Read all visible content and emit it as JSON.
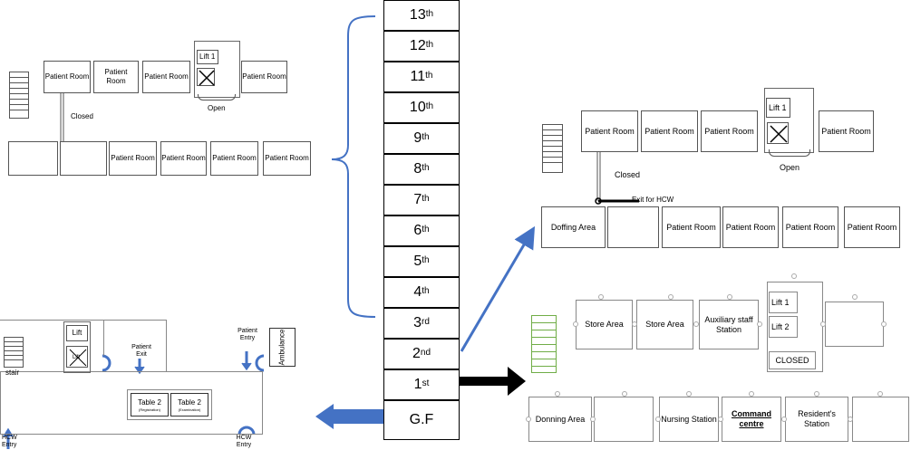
{
  "floors": [
    {
      "num": "13",
      "suf": "th"
    },
    {
      "num": "12",
      "suf": "th"
    },
    {
      "num": "11",
      "suf": "th"
    },
    {
      "num": "10",
      "suf": "th"
    },
    {
      "num": "9",
      "suf": "th"
    },
    {
      "num": "8",
      "suf": "th"
    },
    {
      "num": "7",
      "suf": "th"
    },
    {
      "num": "6",
      "suf": "th"
    },
    {
      "num": "5",
      "suf": "th"
    },
    {
      "num": "4",
      "suf": "th"
    },
    {
      "num": "3",
      "suf": "rd"
    },
    {
      "num": "2",
      "suf": "nd"
    },
    {
      "num": "1",
      "suf": "st"
    },
    {
      "num": "G.F",
      "suf": ""
    }
  ],
  "plan_upper": {
    "patient_room": "Patient Room",
    "lift": "Lift 1",
    "open": "Open",
    "closed": "Closed"
  },
  "plan_second": {
    "patient_room": "Patient Room",
    "lift": "Lift 1",
    "open": "Open",
    "closed": "Closed",
    "exit": "Exit for HCW",
    "doffing": "Doffing Area"
  },
  "plan_first": {
    "store1": "Store Area",
    "store2": "Store Area",
    "aux": "Auxiliary staff Station",
    "lift1": "Lift 1",
    "lift2": "Lift 2",
    "closed": "CLOSED",
    "donning": "Donning Area",
    "nursing": "Nursing Station",
    "command": "Command centre",
    "resident": "Resident's Station"
  },
  "plan_ground": {
    "lift": "Lift",
    "lift_small": "Lift",
    "stair": "stair",
    "patient_exit": "Patient Exit",
    "patient_entry": "Patient Entry",
    "ambulance": "Ambulance",
    "table1": "Table 2",
    "table1_sub": "(Registration)",
    "table2": "Table 2",
    "table2_sub": "(Examination)",
    "hcw_entry_left": "HCW Entry",
    "hcw_entry_right": "HCW Entry"
  },
  "colors": {
    "accent_blue": "#4472c4",
    "arrow_black": "#000000",
    "stair_green": "#70ad47"
  }
}
